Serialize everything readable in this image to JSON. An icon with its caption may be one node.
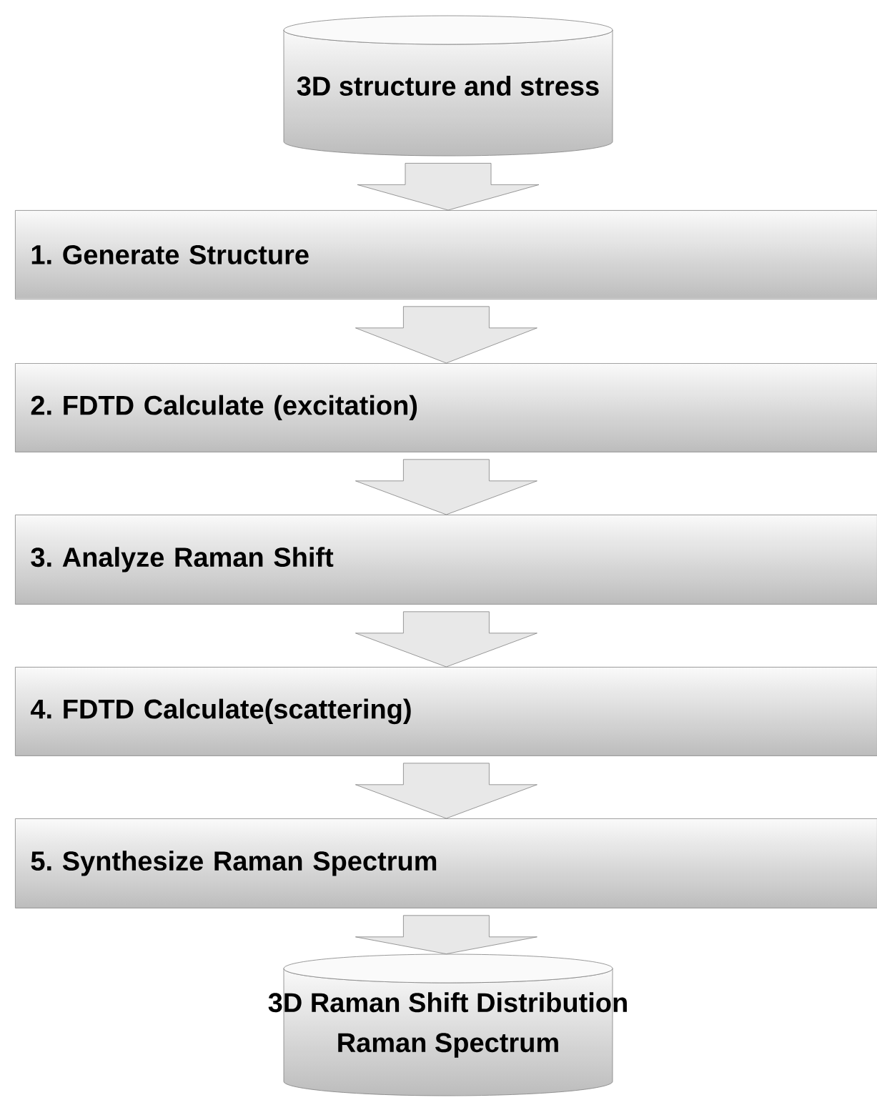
{
  "diagram": {
    "nodes": [
      {
        "text": [
          "3D structure and stress"
        ]
      },
      {
        "text": [
          "1. Generate Structure"
        ]
      },
      {
        "text": [
          "2. FDTD Calculate (excitation)"
        ]
      },
      {
        "text": [
          "3. Analyze Raman Shift"
        ]
      },
      {
        "text": [
          "4. FDTD Calculate(scattering)"
        ]
      },
      {
        "text": [
          "5. Synthesize  Raman Spectrum"
        ]
      },
      {
        "text": [
          "3D Raman Shift Distribution",
          "Raman Spectrum"
        ]
      }
    ],
    "edges": [
      {
        "from": 0,
        "to": 1,
        "arrow": "to"
      },
      {
        "from": 1,
        "to": 2,
        "arrow": "to"
      },
      {
        "from": 2,
        "to": 3,
        "arrow": "to"
      },
      {
        "from": 3,
        "to": 4,
        "arrow": "to"
      },
      {
        "from": 4,
        "to": 5,
        "arrow": "to"
      },
      {
        "from": 5,
        "to": 6,
        "arrow": "to"
      }
    ]
  }
}
